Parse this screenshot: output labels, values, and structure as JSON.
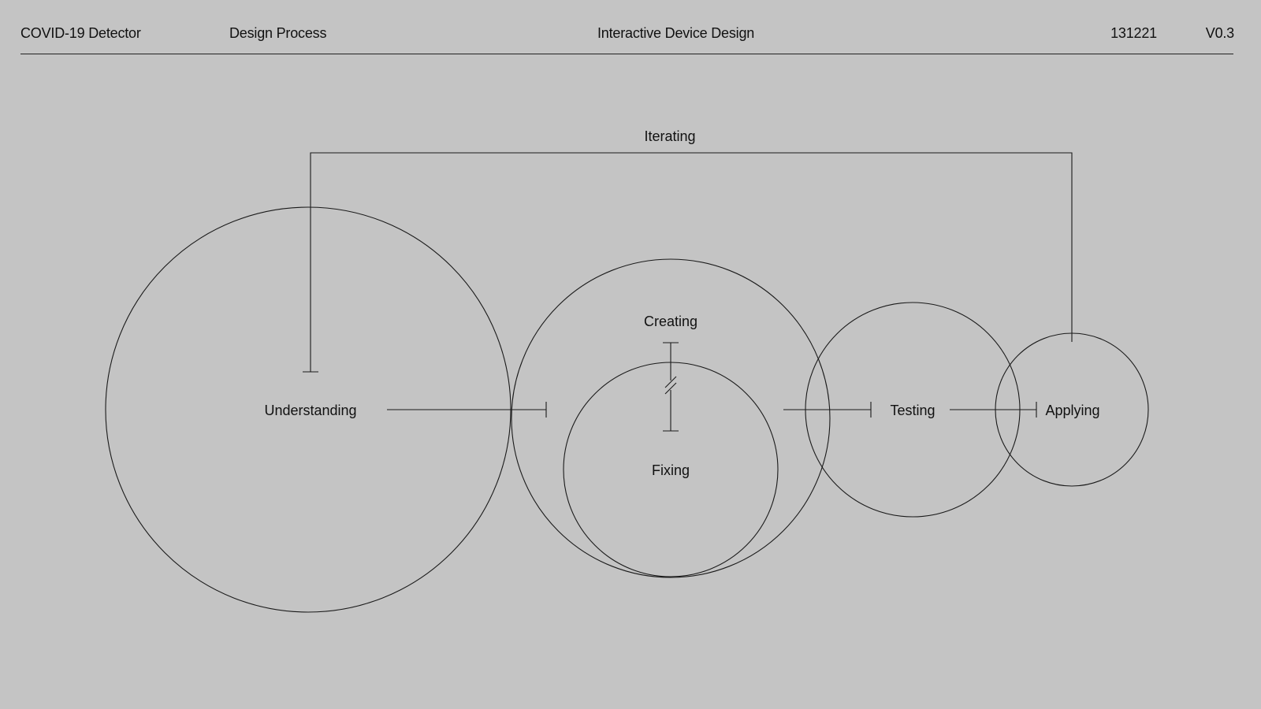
{
  "header": {
    "project": "COVID-19 Detector",
    "section": "Design Process",
    "course": "Interactive Device Design",
    "date": "131221",
    "version": "V0.3"
  },
  "diagram": {
    "loop_label": "Iterating",
    "stages": {
      "understanding": "Understanding",
      "creating": "Creating",
      "fixing": "Fixing",
      "testing": "Testing",
      "applying": "Applying"
    }
  }
}
